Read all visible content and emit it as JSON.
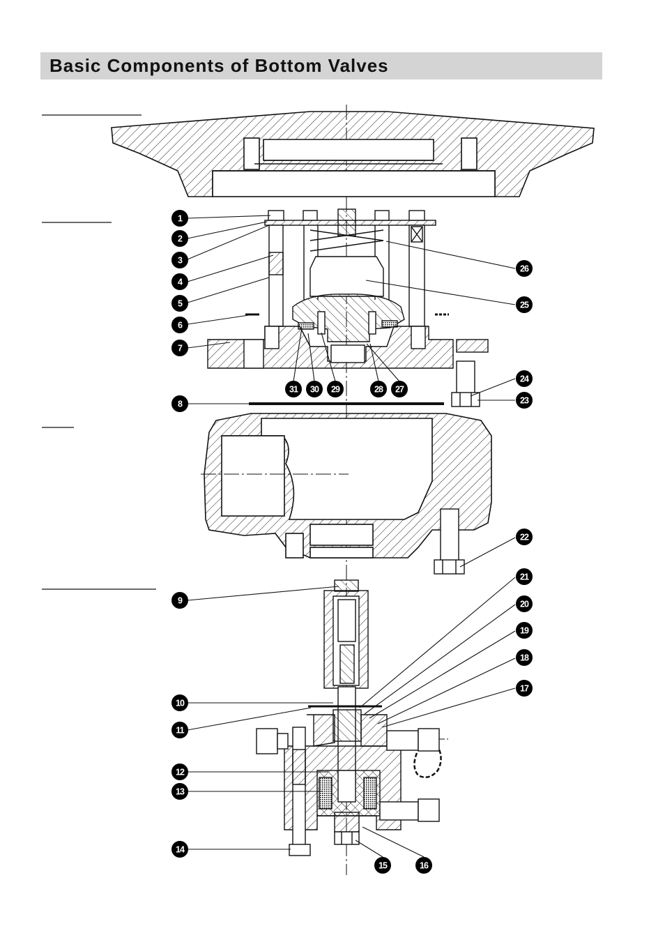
{
  "heading": "Basic Components of Bottom Valves",
  "callouts": [
    "1",
    "2",
    "3",
    "4",
    "5",
    "6",
    "7",
    "8",
    "9",
    "10",
    "11",
    "12",
    "13",
    "14",
    "15",
    "16",
    "17",
    "18",
    "19",
    "20",
    "21",
    "22",
    "23",
    "24",
    "25",
    "26",
    "27",
    "28",
    "29",
    "30",
    "31"
  ],
  "colors": {
    "heading_bg": "#d4d4d4",
    "ink": "#111111",
    "callout_fill": "#000000",
    "callout_text": "#ffffff"
  }
}
